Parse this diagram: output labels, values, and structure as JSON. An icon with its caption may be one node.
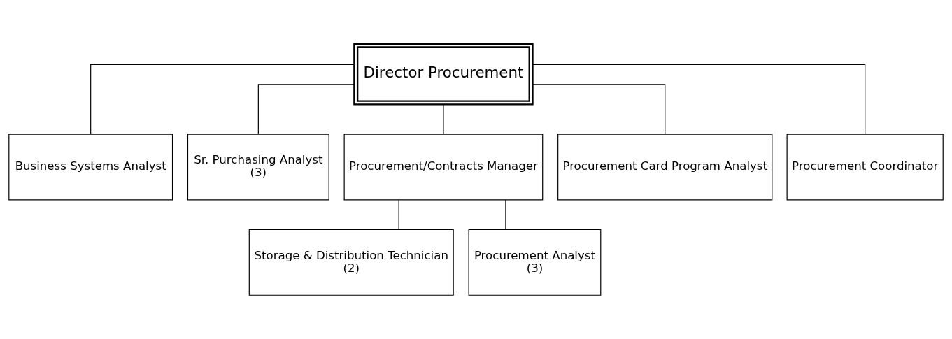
{
  "diagram": {
    "nodes": [
      {
        "text": [
          "Director Procurement"
        ]
      },
      {
        "text": [
          "Business Systems Analyst"
        ]
      },
      {
        "text": [
          "Sr. Purchasing Analyst",
          "(3)"
        ]
      },
      {
        "text": [
          "Procurement/Contracts Manager"
        ]
      },
      {
        "text": [
          "Procurement Card Program Analyst"
        ]
      },
      {
        "text": [
          "Procurement Coordinator"
        ]
      },
      {
        "text": [
          "Storage & Distribution Technician",
          "(2)"
        ]
      },
      {
        "text": [
          "Procurement Analyst",
          "(3)"
        ]
      }
    ],
    "edges": [
      {
        "from": 0,
        "to": 1,
        "arrow": "none"
      },
      {
        "from": 0,
        "to": 2,
        "arrow": "none"
      },
      {
        "from": 0,
        "to": 3,
        "arrow": "none"
      },
      {
        "from": 0,
        "to": 4,
        "arrow": "none"
      },
      {
        "from": 0,
        "to": 5,
        "arrow": "none"
      },
      {
        "from": 3,
        "to": 6,
        "arrow": "none"
      },
      {
        "from": 3,
        "to": 7,
        "arrow": "none"
      }
    ]
  }
}
